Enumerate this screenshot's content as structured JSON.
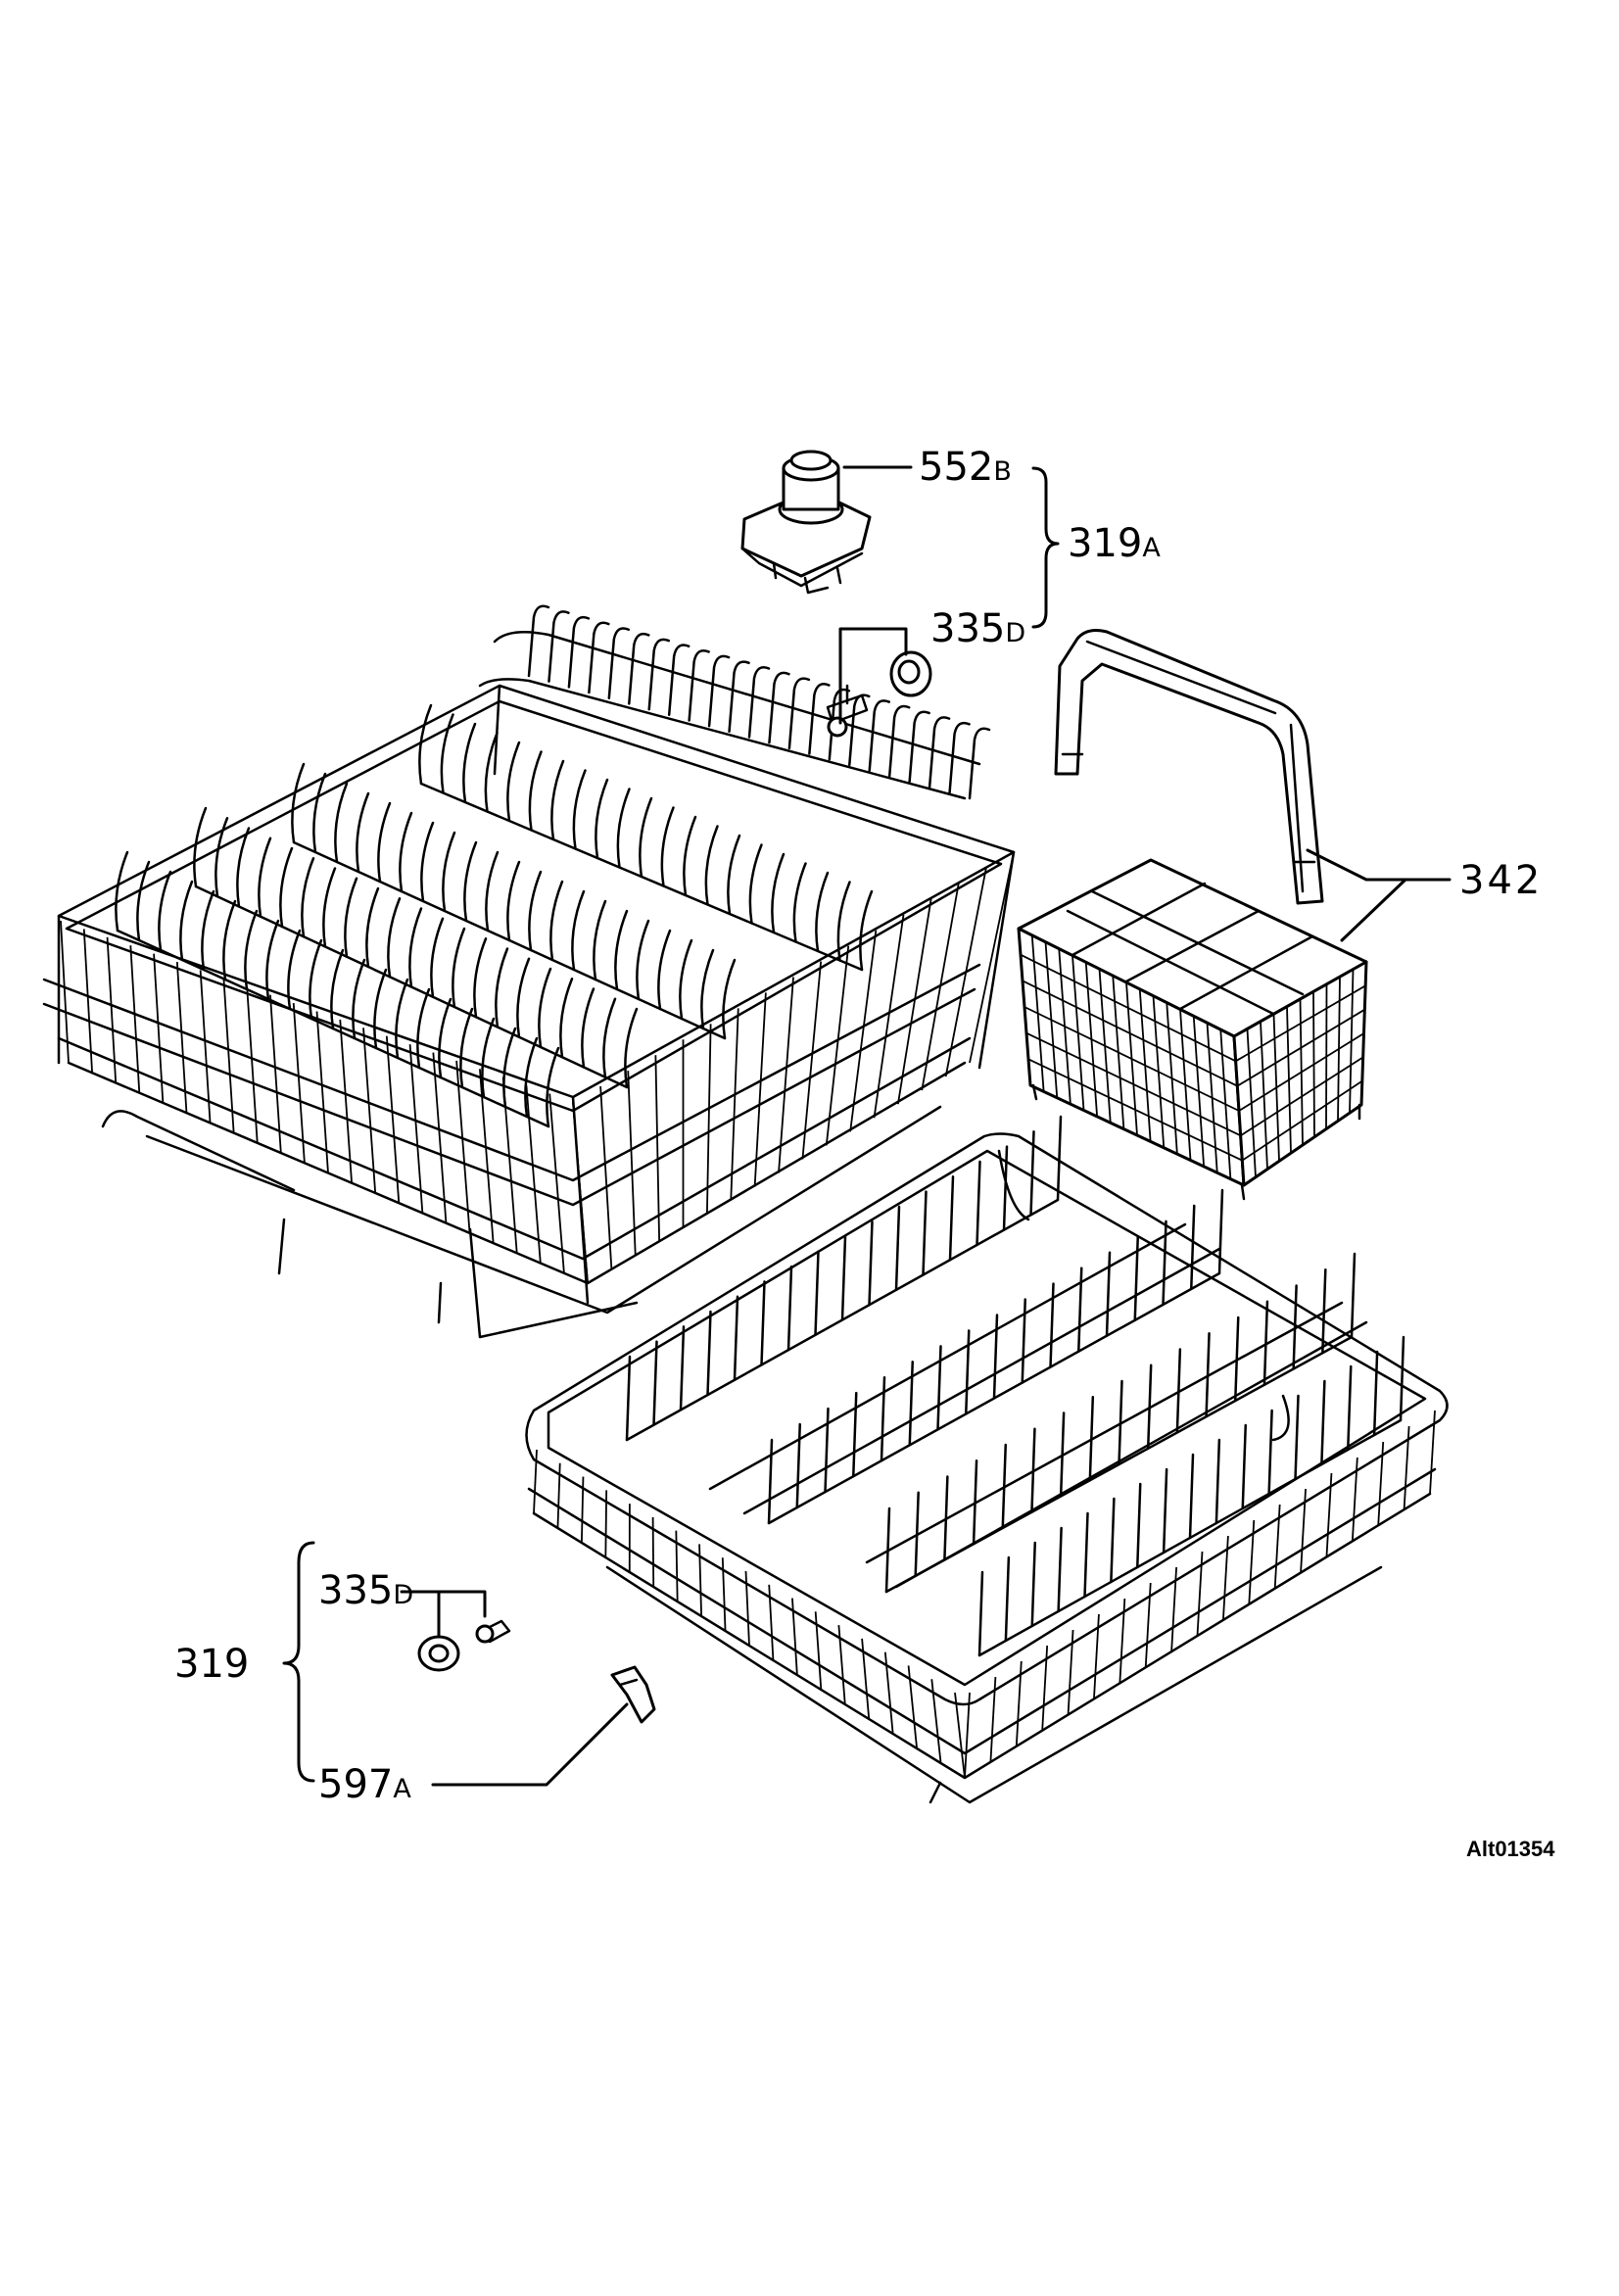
{
  "labels": {
    "p552": {
      "num": "552",
      "suffix": "B"
    },
    "p319a": {
      "num": "319",
      "suffix": "A"
    },
    "p335d_top": {
      "num": "335",
      "suffix": "D"
    },
    "p342": {
      "num": "342"
    },
    "p319": {
      "num": "319"
    },
    "p335d_bottom": {
      "num": "335",
      "suffix": "D"
    },
    "p597a": {
      "num": "597",
      "suffix": "A"
    }
  },
  "drawing_code": "Alt01354"
}
